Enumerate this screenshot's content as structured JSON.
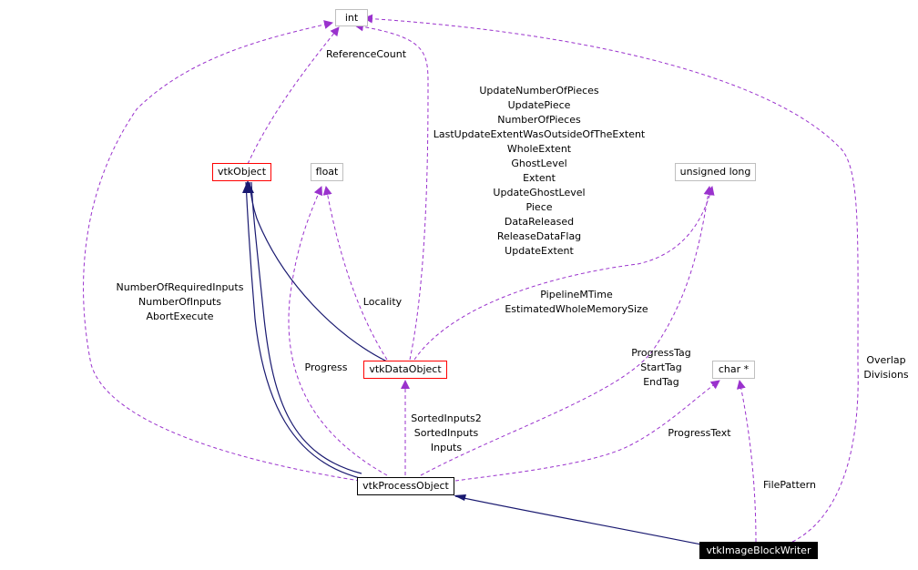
{
  "nodes": {
    "int": "int",
    "vtkObject": "vtkObject",
    "float": "float",
    "unsigned_long": "unsigned long",
    "vtkDataObject": "vtkDataObject",
    "char_ptr": "char *",
    "vtkProcessObject": "vtkProcessObject",
    "vtkImageBlockWriter": "vtkImageBlockWriter"
  },
  "labels": {
    "reference_count": [
      "ReferenceCount"
    ],
    "data_object_ints": [
      "UpdateNumberOfPieces",
      "UpdatePiece",
      "NumberOfPieces",
      "LastUpdateExtentWasOutsideOfTheExtent",
      "WholeExtent",
      "GhostLevel",
      "Extent",
      "UpdateGhostLevel",
      "Piece",
      "DataReleased",
      "ReleaseDataFlag",
      "UpdateExtent"
    ],
    "process_ints": [
      "NumberOfRequiredInputs",
      "NumberOfInputs",
      "AbortExecute"
    ],
    "locality": [
      "Locality"
    ],
    "pipeline_ulong": [
      "PipelineMTime",
      "EstimatedWholeMemorySize"
    ],
    "progress": [
      "Progress"
    ],
    "tags": [
      "ProgressTag",
      "StartTag",
      "EndTag"
    ],
    "overlap": [
      "Overlap",
      "Divisions"
    ],
    "inputs": [
      "SortedInputs2",
      "SortedInputs",
      "Inputs"
    ],
    "progress_text": [
      "ProgressText"
    ],
    "file_pattern": [
      "FilePattern"
    ]
  },
  "colors": {
    "member_edge": "#9a32cd",
    "inherit_edge": "#191970",
    "gray_border": "#bfbfbf",
    "red_border": "#ff0000"
  }
}
